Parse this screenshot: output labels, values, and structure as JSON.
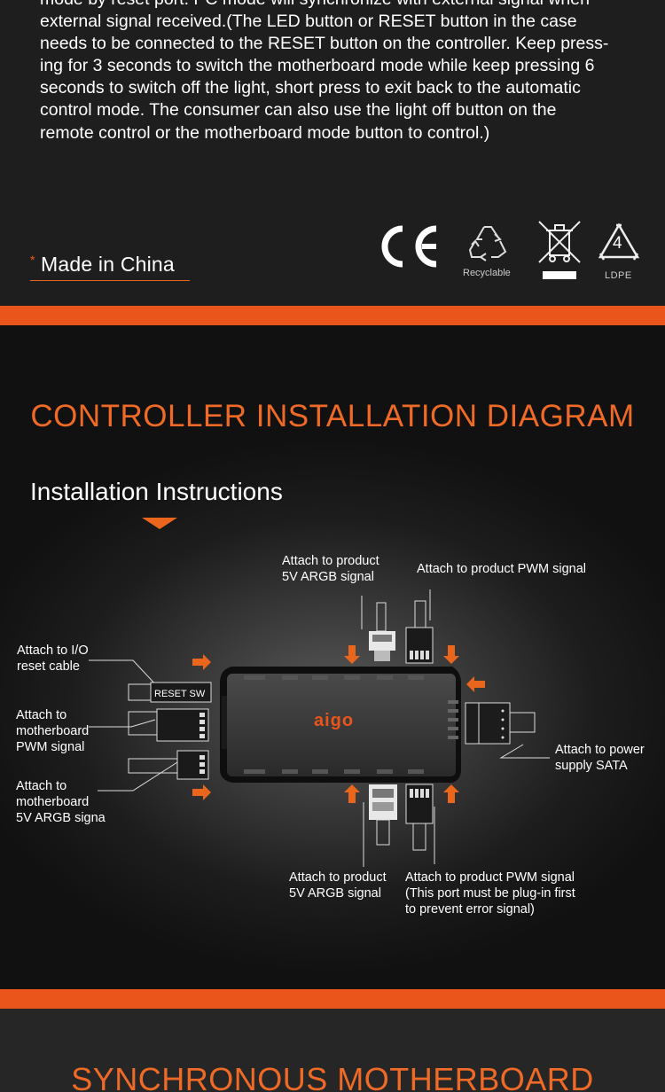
{
  "top": {
    "paragraph_lines": [
      "mode by reset port. PC mode will synchronize with external signal when",
      "external signal received.(The LED button or RESET button in the case",
      "needs to be connected to the RESET button on the controller. Keep press-",
      "ing for 3 seconds to switch the motherboard mode while keep pressing 6",
      "seconds to switch off the light, short press to exit back to the automatic",
      "control mode. The consumer can also use the light off button on the",
      "remote control or the motherboard mode button to control.)"
    ],
    "made_in_star": "*",
    "made_in": "Made in China",
    "cert": {
      "ce": "CE",
      "recyclable": "Recyclable",
      "ldpe": "LDPE",
      "ldpe_number": "4"
    }
  },
  "diagram": {
    "title": "CONTROLLER INSTALLATION DIAGRAM",
    "subtitle": "Installation Instructions",
    "reset_sw": "RESET SW",
    "brand": "aigo",
    "labels": {
      "top_argb": [
        "Attach to product",
        "5V ARGB signal"
      ],
      "top_pwm": [
        "Attach to product PWM signal"
      ],
      "io_reset": [
        "Attach to I/O",
        "reset cable"
      ],
      "mb_pwm": [
        "Attach to",
        "motherboard",
        "PWM signal"
      ],
      "mb_argb": [
        "Attach to",
        "motherboard",
        "5V ARGB signa"
      ],
      "sata": [
        "Attach to power",
        "supply SATA"
      ],
      "bottom_argb": [
        "Attach to product",
        "5V ARGB signal"
      ],
      "bottom_pwm": [
        "Attach to product PWM signal",
        "(This port must be plug-in first",
        "to prevent error signal)"
      ]
    },
    "accent": "#e9661c"
  },
  "bottom": {
    "title": "SYNCHRONOUS MOTHERBOARD"
  }
}
